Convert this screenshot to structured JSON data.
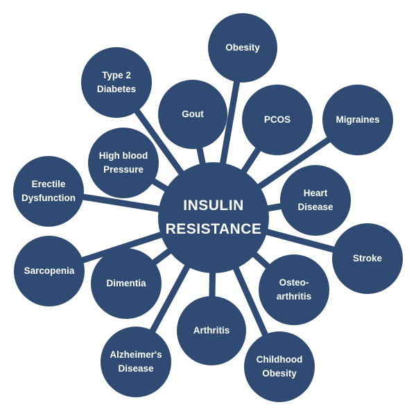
{
  "colors": {
    "node_fill": "#2f4b73",
    "text": "#ffffff",
    "background": "#ffffff"
  },
  "diagram": {
    "center": {
      "label": "INSULIN\nRESISTANCE"
    },
    "nodes": [
      {
        "id": "obesity",
        "label": "Obesity"
      },
      {
        "id": "type2-diabetes",
        "label": "Type 2\nDiabetes"
      },
      {
        "id": "gout",
        "label": "Gout"
      },
      {
        "id": "pcos",
        "label": "PCOS"
      },
      {
        "id": "migraines",
        "label": "Migraines"
      },
      {
        "id": "high-blood-pressure",
        "label": "High blood\nPressure"
      },
      {
        "id": "erectile-dysfunction",
        "label": "Erectile\nDysfunction"
      },
      {
        "id": "heart-disease",
        "label": "Heart\nDisease"
      },
      {
        "id": "stroke",
        "label": "Stroke"
      },
      {
        "id": "sarcopenia",
        "label": "Sarcopenia"
      },
      {
        "id": "dimentia",
        "label": "Dimentia"
      },
      {
        "id": "osteoarthritis",
        "label": "Osteo-\narthritis"
      },
      {
        "id": "arthritis",
        "label": "Arthritis"
      },
      {
        "id": "alzheimers-disease",
        "label": "Alzheimer's\nDisease"
      },
      {
        "id": "childhood-obesity",
        "label": "Childhood\nObesity"
      }
    ]
  }
}
